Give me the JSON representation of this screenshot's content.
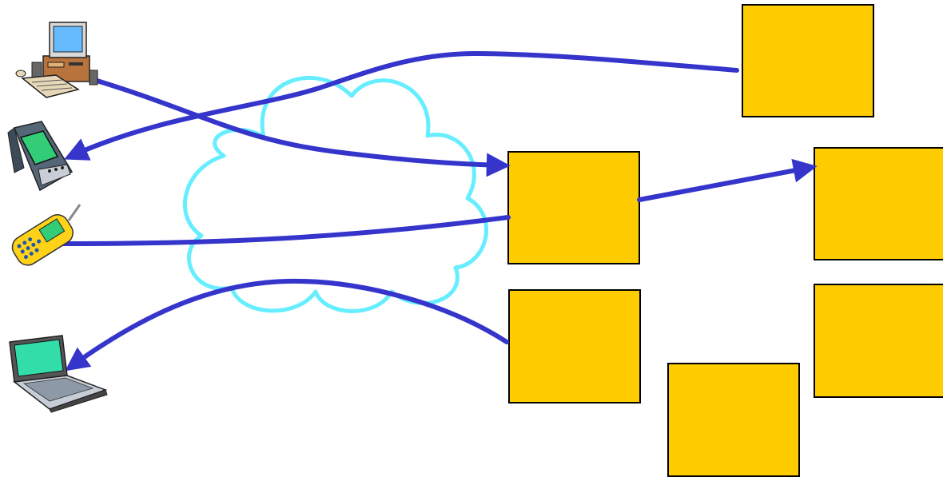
{
  "colors": {
    "background": "#ffffff",
    "node_fill": "#FFCC00",
    "node_stroke": "#000000",
    "arrow": "#3535CC",
    "cloud": "#66EEFF",
    "screen_green": "#33CC77",
    "screen_blue": "#66BBFF"
  },
  "devices": [
    {
      "id": "desktop",
      "icon": "desktop-computer-icon"
    },
    {
      "id": "pda",
      "icon": "pda-icon"
    },
    {
      "id": "phone",
      "icon": "mobile-phone-icon"
    },
    {
      "id": "laptop",
      "icon": "laptop-icon"
    }
  ],
  "network": {
    "icon": "cloud-icon"
  },
  "servers": [
    {
      "id": "server-top-right"
    },
    {
      "id": "server-middle"
    },
    {
      "id": "server-right"
    },
    {
      "id": "server-lower-middle"
    },
    {
      "id": "server-lower-right"
    },
    {
      "id": "server-bottom"
    }
  ],
  "connections": [
    {
      "from": "desktop",
      "to": "server-middle",
      "arrowhead": "end"
    },
    {
      "from": "server-top-right",
      "to": "pda",
      "arrowhead": "end"
    },
    {
      "from": "phone",
      "to": "server-right",
      "via": "server-middle",
      "arrowhead": "end"
    },
    {
      "from": "server-lower-middle",
      "to": "laptop",
      "arrowhead": "end"
    }
  ]
}
